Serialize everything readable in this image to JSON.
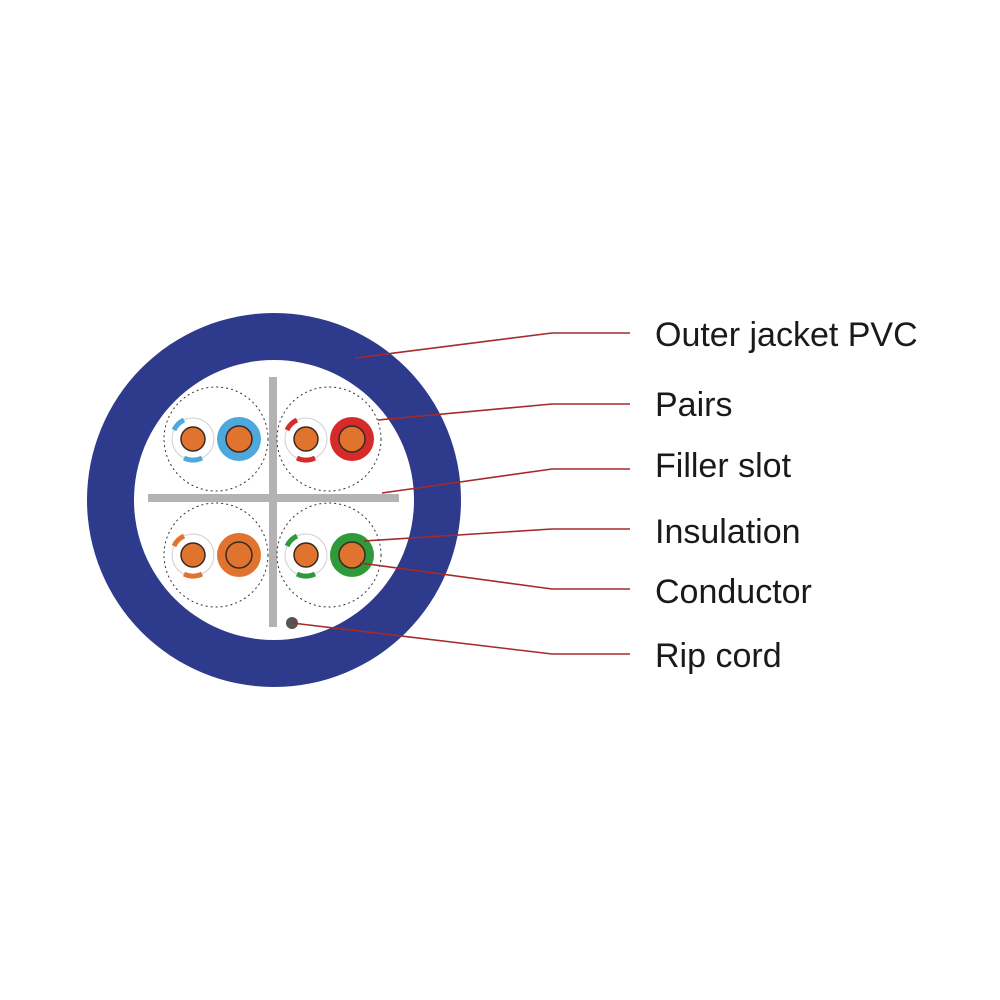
{
  "colors": {
    "jacket": "#2e3a8c",
    "core_background": "#ffffff",
    "filler": "#b3b3b3",
    "conductor": "#e0732e",
    "leader_line": "#a52a2a",
    "rip_cord": "#555555",
    "pair_blue": "#4da8dc",
    "pair_red": "#d62b2b",
    "pair_orange": "#e0732e",
    "pair_green": "#2e9a3a"
  },
  "pairs": [
    {
      "name": "blue-pair",
      "color": "blue"
    },
    {
      "name": "red-pair",
      "color": "red"
    },
    {
      "name": "orange-pair",
      "color": "orange"
    },
    {
      "name": "green-pair",
      "color": "green"
    }
  ],
  "callouts": [
    {
      "id": "outer-jacket",
      "label": "Outer jacket PVC"
    },
    {
      "id": "pairs",
      "label": "Pairs"
    },
    {
      "id": "filler-slot",
      "label": "Filler slot"
    },
    {
      "id": "insulation",
      "label": "Insulation"
    },
    {
      "id": "conductor",
      "label": "Conductor"
    },
    {
      "id": "rip-cord",
      "label": "Rip cord"
    }
  ]
}
